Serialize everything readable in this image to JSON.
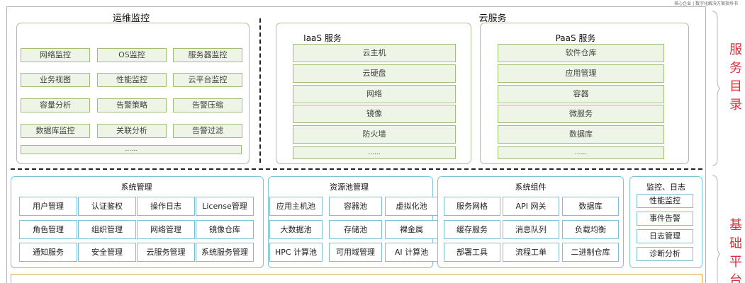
{
  "top_note": "核心企业 | 数字化解决方案指导书",
  "ops": {
    "title": "运维监控",
    "items": [
      "网络监控",
      "OS监控",
      "服务器监控",
      "业务视图",
      "性能监控",
      "云平台监控",
      "容量分析",
      "告警策略",
      "告警压缩",
      "数据库监控",
      "关联分析",
      "告警过滤"
    ],
    "more": "......"
  },
  "cloud": {
    "title": "云服务",
    "iaas": {
      "title": "IaaS 服务",
      "items": [
        "云主机",
        "云硬盘",
        "网络",
        "镜像",
        "防火墙"
      ],
      "more": "......"
    },
    "paas": {
      "title": "PaaS 服务",
      "items": [
        "软件仓库",
        "应用管理",
        "容器",
        "微服务",
        "数据库"
      ],
      "more": "......"
    }
  },
  "base": {
    "sysmgmt": {
      "title": "系统管理",
      "items": [
        "用户管理",
        "认证鉴权",
        "操作日志",
        "License管理",
        "角色管理",
        "组织管理",
        "网络管理",
        "镜像仓库",
        "通知服务",
        "安全管理",
        "云服务管理",
        "系统服务管理"
      ]
    },
    "pool": {
      "title": "资源池管理",
      "items": [
        "应用主机池",
        "容器池",
        "虚拟化池",
        "大数据池",
        "存储池",
        "裸金属",
        "HPC 计算池",
        "可用域管理",
        "AI 计算池"
      ]
    },
    "comp": {
      "title": "系统组件",
      "items": [
        "服务网格",
        "API 网关",
        "数据库",
        "缓存服务",
        "消息队列",
        "负载均衡",
        "部署工具",
        "流程工单",
        "二进制仓库"
      ]
    },
    "monlog": {
      "title": "监控、日志",
      "items": [
        "性能监控",
        "事件告警",
        "日志管理",
        "诊断分析"
      ]
    }
  },
  "side": {
    "service": "服务目录",
    "base": "基础平台"
  }
}
